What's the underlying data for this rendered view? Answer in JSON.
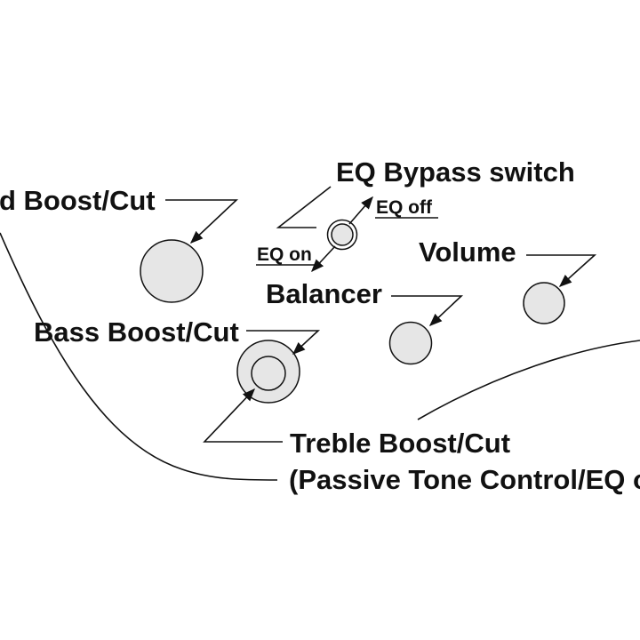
{
  "labels": {
    "mid": "d Boost/Cut",
    "eq_bypass": "EQ Bypass switch",
    "eq_off": "EQ off",
    "eq_on": "EQ on",
    "volume": "Volume",
    "balancer": "Balancer",
    "bass": "Bass Boost/Cut",
    "treble": "Treble Boost/Cut",
    "passive": "(Passive Tone Control/EQ of"
  },
  "colors": {
    "line": "#111111",
    "knob_fill": "#e6e6e6",
    "background": "#ffffff"
  }
}
